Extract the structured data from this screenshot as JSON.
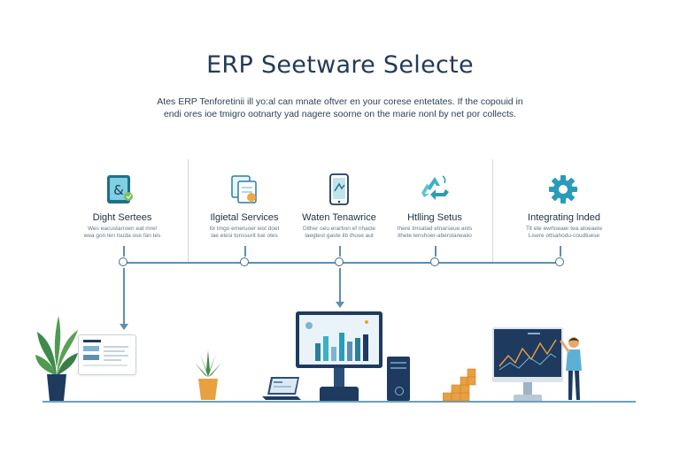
{
  "title": "ERP Seetware Selecte",
  "intro": {
    "line1": "Ates ERP Tenforetinii ill yo:al can mnate oftver en your corese entetates. If the copouid in",
    "line2": "endi ores ioe tmigro ootnarty yad nagere soorne on the marie nonl ɓy net por collects."
  },
  "steps": [
    {
      "title": "Dight Sertees",
      "desc1": "Wes eacustarroen eat mrel",
      "desc2": "wea gon ten tsuda ose fan tes",
      "icon": "tablet-icon"
    },
    {
      "title": "Ilgietal Services",
      "desc1": "Ilx tmgo emeruoer iest doet",
      "desc2": "lae etesi tonssurit tue otes",
      "icon": "documents-icon"
    },
    {
      "title": "Waten Tenawrice",
      "desc1": "Dither oeu erartion ef nhacle",
      "desc2": "laegtest gaste ilb thuse aut",
      "icon": "phone-icon"
    },
    {
      "title": "Htlling Setus",
      "desc1": "Ihere tmsatad etnarseue ants",
      "desc2": "ithete lenshoer-aberstaneaiio",
      "icon": "recycle-icon"
    },
    {
      "title": "Integrating lnded",
      "desc1": "Tit ete ewrtoeaer tea atoeaele",
      "desc2": "Lisere ottsahodu-coudtuese",
      "icon": "gear-icon"
    }
  ],
  "colors": {
    "accent": "#5d8fb0",
    "teal": "#2a9bb8",
    "navy": "#1f3a5f",
    "plant_green": "#4f8a4a",
    "pot_orange": "#e8a040"
  }
}
